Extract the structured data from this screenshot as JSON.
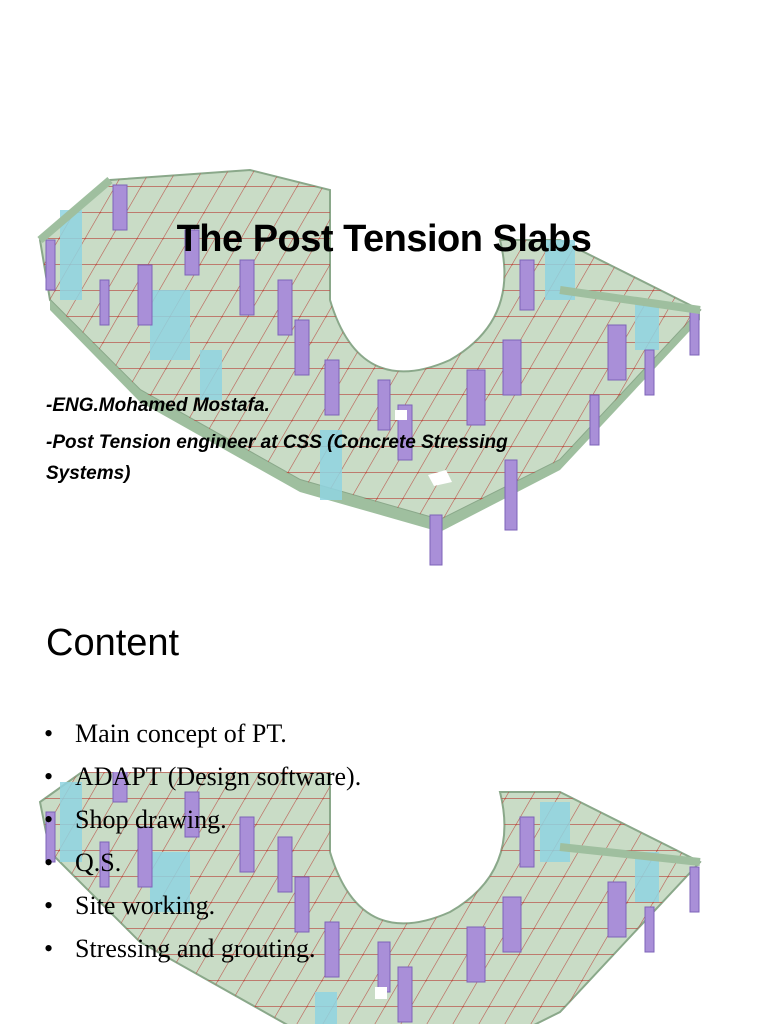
{
  "slide1": {
    "title": "The Post Tension Slabs",
    "author_name": "-ENG.Mohamed Mostafa.",
    "author_role_line1": "-Post Tension engineer at CSS (Concrete Stressing",
    "author_role_line2": "Systems)"
  },
  "slide2": {
    "heading": "Content",
    "bullet_glyph": "•",
    "items": [
      "Main concept of PT.",
      "ADAPT (Design software).",
      "Shop drawing.",
      "Q.S.",
      "Site working.",
      "Stressing and grouting."
    ]
  },
  "colors": {
    "slab": "#c9dcc6",
    "grid": "#c0392b",
    "column": "#a98fd8",
    "wall": "#8fd3e0"
  }
}
